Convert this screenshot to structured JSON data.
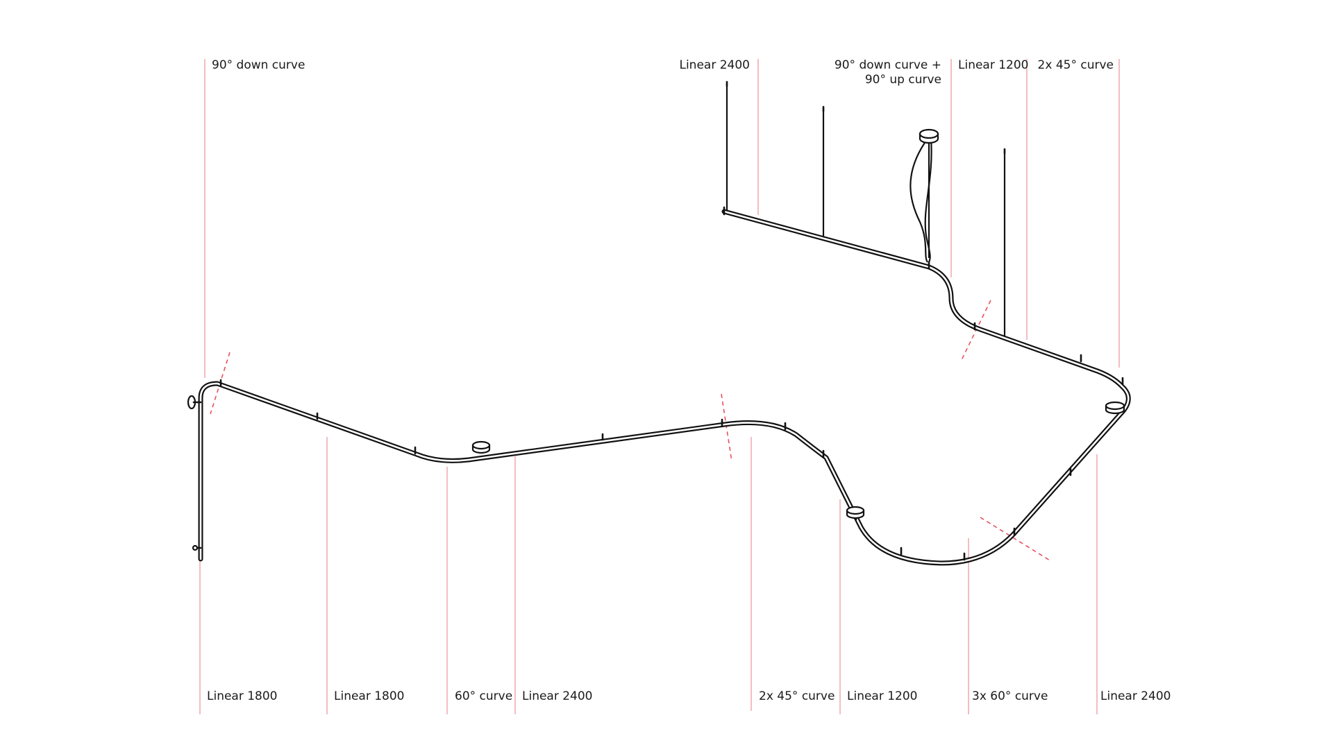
{
  "labels": {
    "top_90_down_curve": "90° down curve",
    "top_linear_2400": "Linear 2400",
    "top_down_up_line1": "90° down curve +",
    "top_down_up_line2": "90° up curve",
    "top_linear_1200": "Linear 1200",
    "top_2x45_curve": "2x 45° curve",
    "bottom_linear_1800_a": "Linear 1800",
    "bottom_linear_1800_b": "Linear 1800",
    "bottom_60_curve": "60° curve",
    "bottom_linear_2400_a": "Linear 2400",
    "bottom_2x45_curve": "2x 45° curve",
    "bottom_linear_1200": "Linear 1200",
    "bottom_3x60_curve": "3x 60° curve",
    "bottom_linear_2400_b": "Linear 2400"
  },
  "colors": {
    "leader_line": "#f0a0a8",
    "cut_mark": "#e8505a",
    "track": "#111111",
    "text": "#1a1a1a"
  }
}
